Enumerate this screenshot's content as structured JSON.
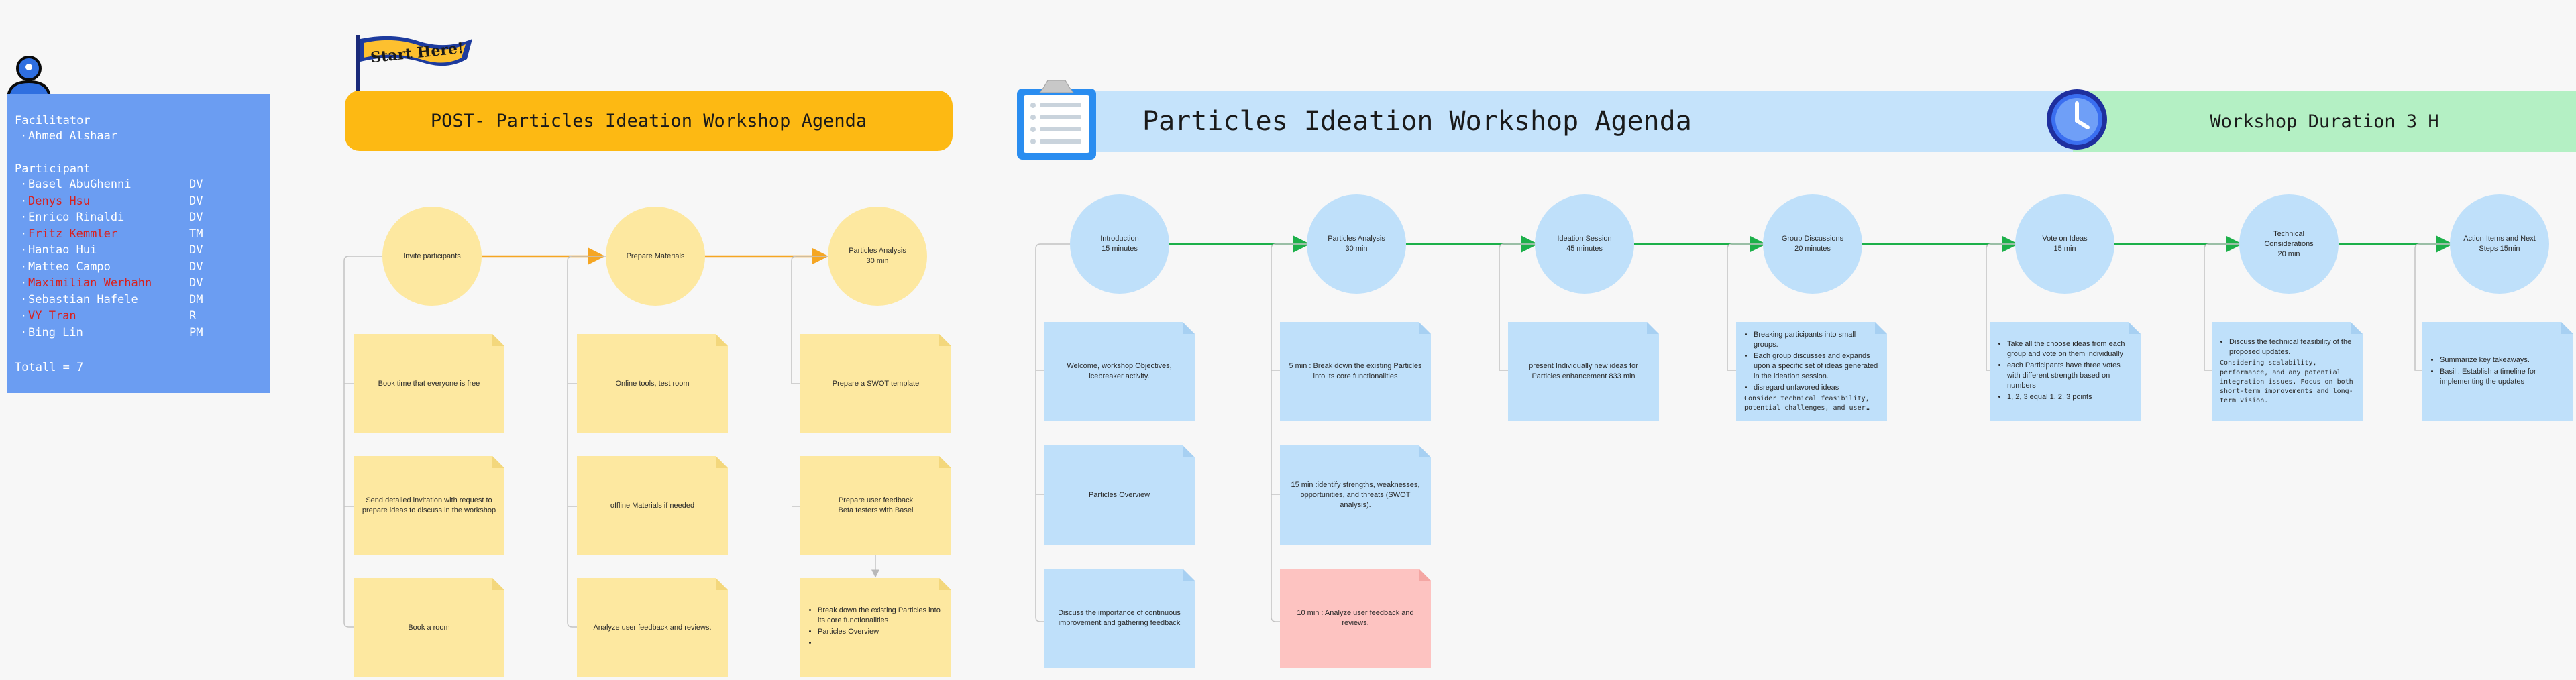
{
  "participants_panel": {
    "facilitator_heading": "Facilitator",
    "facilitator": "Ahmed Alshaar",
    "participant_heading": "Participant",
    "participants": [
      {
        "name": "Basel AbuGhenni",
        "role": "DV",
        "color": "#ffffff"
      },
      {
        "name": "Denys Hsu",
        "role": "DV",
        "color": "#d8201e"
      },
      {
        "name": "Enrico Rinaldi",
        "role": "DV",
        "color": "#ffffff"
      },
      {
        "name": "Fritz Kemmler",
        "role": "TM",
        "color": "#d8201e"
      },
      {
        "name": "Hantao Hui",
        "role": "DV",
        "color": "#ffffff"
      },
      {
        "name": "Matteo Campo",
        "role": "DV",
        "color": "#ffffff"
      },
      {
        "name": "Maximilian Werhahn",
        "role": "DV",
        "color": "#d8201e"
      },
      {
        "name": "Sebastian Hafele",
        "role": "DM",
        "color": "#ffffff"
      },
      {
        "name": "VY Tran",
        "role": "R",
        "color": "#d8201e"
      },
      {
        "name": "Bing Lin",
        "role": "PM",
        "color": "#ffffff"
      }
    ],
    "total": "Totall = 7"
  },
  "start_flag": {
    "label": "Start Here!"
  },
  "post_workshop": {
    "banner": "POST- Particles Ideation Workshop Agenda",
    "steps": [
      {
        "title": "Invite participants",
        "notes": [
          "Book time that everyone is free",
          "Send detailed invitation with request to prepare ideas to discuss in the workshop",
          "Book a room"
        ]
      },
      {
        "title": "Prepare Materials",
        "notes": [
          "Online tools, test room",
          "offline Materials if needed",
          "Analyze user feedback and reviews."
        ]
      },
      {
        "title": "Particles Analysis\n30 min",
        "notes": [
          "Prepare a SWOT  template",
          "Prepare user feedback\nBeta testers with Basel"
        ],
        "bullets": [
          "Break down the existing Particles into its core functionalities",
          "Particles Overview",
          ""
        ]
      }
    ]
  },
  "workshop": {
    "banner": "Particles Ideation Workshop Agenda",
    "duration": "Workshop Duration 3 H",
    "steps": [
      {
        "title": "Introduction\n15 minutes",
        "notes": [
          "Welcome, workshop Objectives,  icebreaker activity.",
          "Particles Overview",
          "Discuss the importance of continuous improvement and gathering feedback"
        ]
      },
      {
        "title": "Particles Analysis\n30 min",
        "notes": [
          "5 min : Break down the existing Particles into its core functionalities",
          "15 min :identify strengths, weaknesses, opportunities, and threats (SWOT analysis).",
          "10 min : Analyze user feedback and reviews."
        ]
      },
      {
        "title": "Ideation Session\n45 minutes",
        "notes": [
          "present Individually new ideas for Particles enhancement 833 min"
        ]
      },
      {
        "title": "Group Discussions\n20 minutes",
        "bullets": [
          "Breaking participants into small groups.",
          "Each group discusses and expands upon a specific set of ideas generated in the ideation session.",
          "disregard unfavored ideas"
        ],
        "mono": "Consider technical feasibility, potential challenges, and user…"
      },
      {
        "title": "Vote on Ideas\n15 min",
        "bullets": [
          "Take all the choose ideas from each group and vote on them individually",
          "each Participants have three votes with different strength based on numbers",
          "1, 2, 3 equal 1, 2, 3 points"
        ]
      },
      {
        "title": "Technical\nConsiderations\n20 min",
        "bullets": [
          "Discuss the technical feasibility of the proposed updates."
        ],
        "mono": "Considering scalability, performance, and any potential integration issues. Focus on both short-term improvements and long-term vision."
      },
      {
        "title": "Action Items and Next\nSteps 15min",
        "bullets": [
          "Summarize key takeaways.",
          "Basil : Establish a timeline for implementing the updates"
        ]
      }
    ]
  },
  "colors": {
    "panel": "#6b9df2",
    "post_banner": "#fdb913",
    "main_banner": "#c5e3fb",
    "duration_banner": "#b4f0c4",
    "yellow_sticky": "#fde8a0",
    "blue_sticky": "#bfe0fa",
    "pink_sticky": "#fdc3c1",
    "orange_arrow": "#f5a623",
    "green_arrow": "#1db04a"
  },
  "icons": [
    "user-icon",
    "start-flag-icon",
    "clipboard-icon",
    "clock-icon"
  ]
}
